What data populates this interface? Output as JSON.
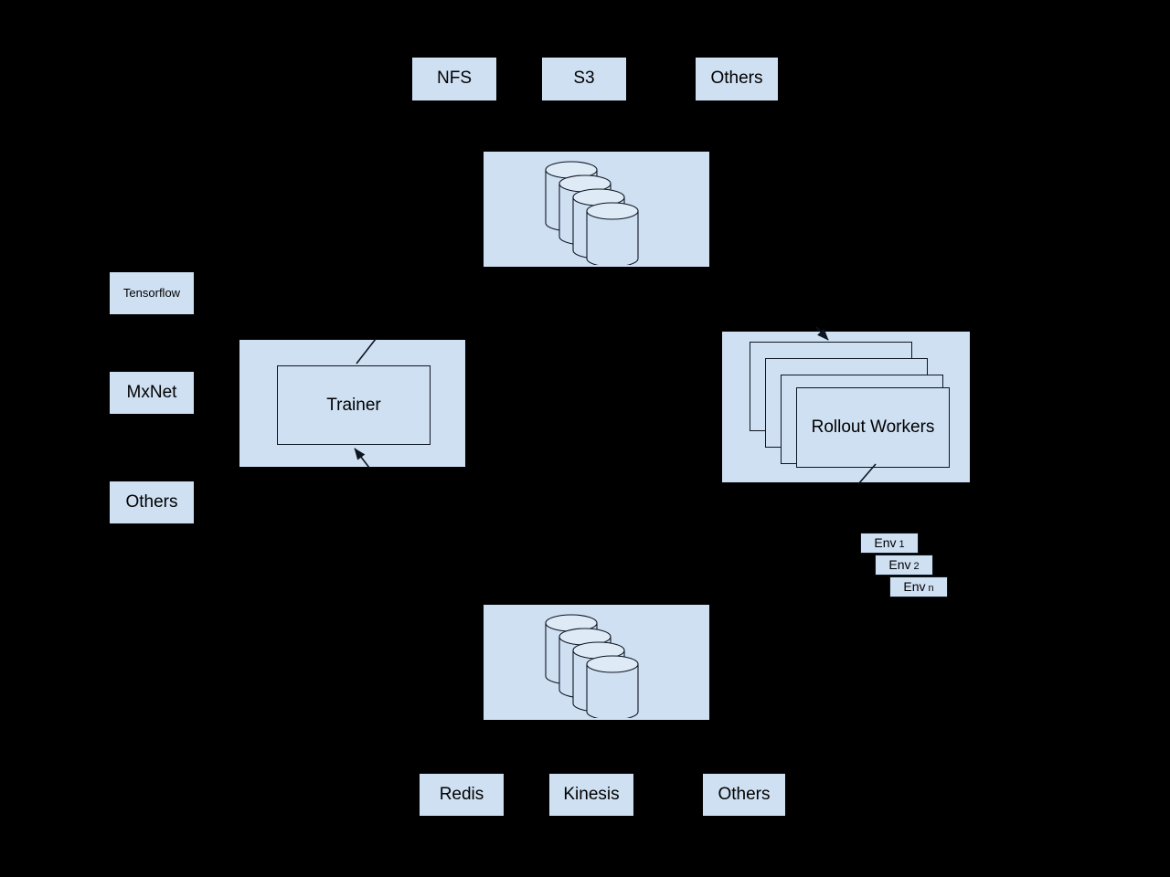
{
  "diagram": {
    "type": "architecture-diagram",
    "background_color": "#000000",
    "node_fill_color": "#cfe0f3",
    "stroke_color": "#0d1520",
    "storage_backends": [
      {
        "id": "nfs",
        "label": "NFS"
      },
      {
        "id": "s3",
        "label": "S3"
      },
      {
        "id": "others-top",
        "label": "Others"
      }
    ],
    "frameworks": [
      {
        "id": "tensorflow",
        "label": "Tensorflow"
      },
      {
        "id": "mxnet",
        "label": "MxNet"
      },
      {
        "id": "others-left",
        "label": "Others"
      }
    ],
    "trainer": {
      "label": "Trainer"
    },
    "rollout_workers": {
      "label": "Rollout Workers",
      "stack_count": 4
    },
    "envs": [
      {
        "name": "Env",
        "index": "1"
      },
      {
        "name": "Env",
        "index": "2"
      },
      {
        "name": "Env",
        "index": "n"
      }
    ],
    "data_stores": [
      {
        "id": "store-top",
        "icon": "database-cylinder-stack",
        "count": 4
      },
      {
        "id": "store-bottom",
        "icon": "database-cylinder-stack",
        "count": 4
      }
    ],
    "streaming_backends": [
      {
        "id": "redis",
        "label": "Redis"
      },
      {
        "id": "kinesis",
        "label": "Kinesis"
      },
      {
        "id": "others-bottom",
        "label": "Others"
      }
    ]
  }
}
